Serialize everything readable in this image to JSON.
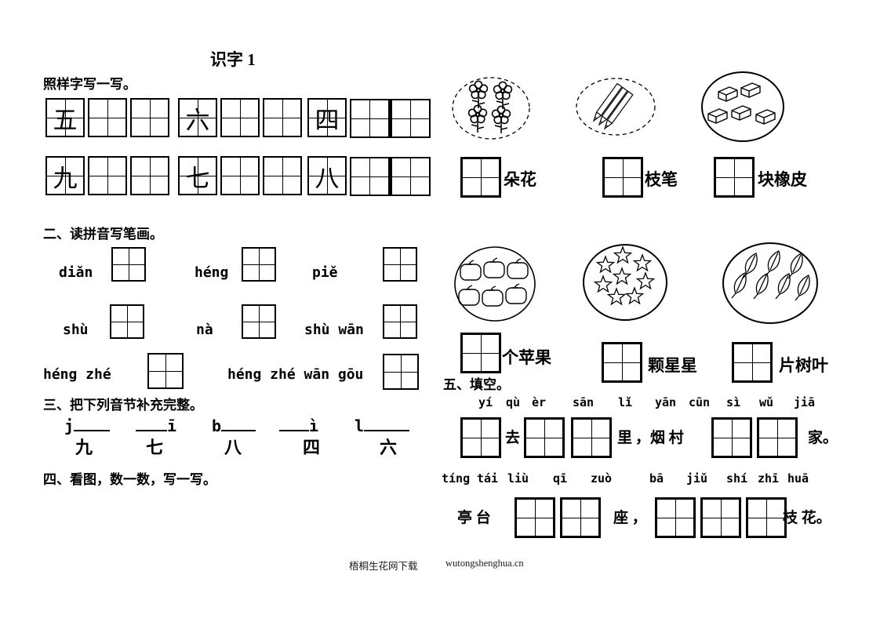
{
  "title": "识字 1",
  "s1": {
    "heading": "照样字写一写。",
    "row1_chars": [
      "五",
      "六",
      "四"
    ],
    "row2_chars": [
      "九",
      "七",
      "八"
    ]
  },
  "s2": {
    "heading": "二、读拼音写笔画。",
    "p1": "diǎn",
    "p2": "héng",
    "p3": "piě",
    "p4": "shù",
    "p5": "nà",
    "p6": "shù wān",
    "p7": "héng  zhé",
    "p8": "héng zhé wān gōu"
  },
  "s3": {
    "heading": "三、把下列音节补充完整。",
    "tokens": [
      {
        "pre": "j"
      },
      {
        "post": "ī"
      },
      {
        "pre": "b"
      },
      {
        "post": "ì"
      },
      {
        "pre": "l"
      }
    ],
    "answers": [
      "九",
      "七",
      "八",
      "四",
      "六"
    ]
  },
  "s4": {
    "heading": "四、看图，数一数，写一写。",
    "labels": [
      "朵花",
      "枝笔",
      "块橡皮",
      "个苹果",
      "颗星星",
      "片树叶"
    ],
    "pictures": [
      {
        "object": "flowers",
        "count": 4
      },
      {
        "object": "pencils",
        "count": 3
      },
      {
        "object": "erasers",
        "count": 5
      },
      {
        "object": "apples",
        "count": 6
      },
      {
        "object": "stars",
        "count": 8
      },
      {
        "object": "leaves",
        "count": 7
      }
    ]
  },
  "s5": {
    "heading": "五、填空。",
    "line1": {
      "pinyin": [
        "yí",
        "qù",
        "èr",
        "sān",
        "lǐ",
        "yān",
        "cūn",
        "sì",
        "wǔ",
        "jiā"
      ],
      "texts": [
        "去",
        "里",
        "，烟 村",
        "家。"
      ]
    },
    "line2": {
      "pinyin": [
        "tíng",
        "tái",
        "liù",
        "qī",
        "zuò",
        "bā",
        "jiǔ",
        "shí",
        "zhī",
        "huā"
      ],
      "texts": [
        "亭 台",
        "座 ，",
        "枝 花。"
      ]
    }
  },
  "footer": {
    "site_name": "梧桐生花网下载",
    "site_url": "wutongshenghua.cn"
  }
}
